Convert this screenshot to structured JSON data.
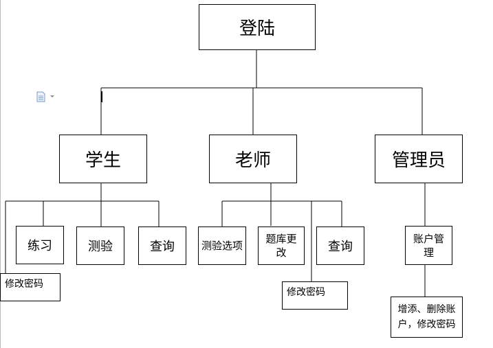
{
  "root": {
    "label": "登陆"
  },
  "roles": [
    {
      "label": "学生",
      "children": [
        "练习",
        "测验",
        "查询"
      ],
      "extra": "修改密码"
    },
    {
      "label": "老师",
      "children": [
        "测验选项",
        "题库更改",
        "查询"
      ],
      "extra": "修改密码"
    },
    {
      "label": "管理员",
      "children": [
        "账户管理"
      ],
      "extra": "增添、删除账户，修改密码"
    }
  ],
  "colors": {
    "line": "#000000",
    "box_border": "#000000",
    "background": "#ffffff"
  },
  "icons": {
    "toolbar": "document-icon"
  }
}
